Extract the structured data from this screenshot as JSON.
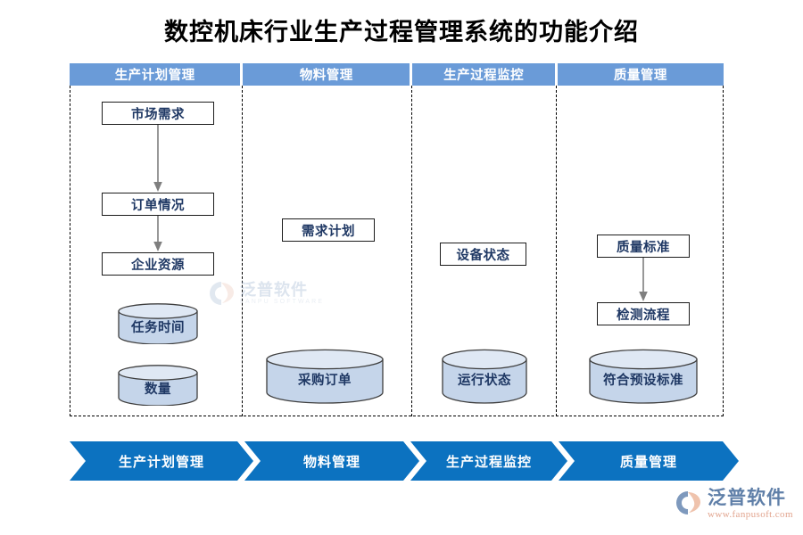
{
  "page": {
    "title": "数控机床行业生产过程管理系统的功能介绍"
  },
  "header": {
    "cells": [
      {
        "label": "生产计划管理"
      },
      {
        "label": "物料管理"
      },
      {
        "label": "生产过程监控"
      },
      {
        "label": "质量管理"
      }
    ]
  },
  "columns": [
    {
      "name": "生产计划管理",
      "boxes": [
        {
          "label": "市场需求"
        },
        {
          "label": "订单情况"
        },
        {
          "label": "企业资源"
        }
      ],
      "cylinders": [
        {
          "label": "任务时间"
        },
        {
          "label": "数量"
        }
      ]
    },
    {
      "name": "物料管理",
      "boxes": [
        {
          "label": "需求计划"
        }
      ],
      "cylinders": [
        {
          "label": "采购订单"
        }
      ]
    },
    {
      "name": "生产过程监控",
      "boxes": [
        {
          "label": "设备状态"
        }
      ],
      "cylinders": [
        {
          "label": "运行状态"
        }
      ]
    },
    {
      "name": "质量管理",
      "boxes": [
        {
          "label": "质量标准"
        },
        {
          "label": "检测流程"
        }
      ],
      "cylinders": [
        {
          "label": "符合预设标准"
        }
      ]
    }
  ],
  "chevrons": [
    {
      "label": "生产计划管理"
    },
    {
      "label": "物料管理"
    },
    {
      "label": "生产过程监控"
    },
    {
      "label": "质量管理"
    }
  ],
  "watermark": {
    "cn": "泛普软件",
    "en": "FANPU SOFTWARE"
  },
  "logo": {
    "cn": "泛普软件",
    "url": "www.fanpusoft.com"
  },
  "colors": {
    "header_blue": "#6a9bd8",
    "chevron_blue": "#0c72c0",
    "box_text_navy": "#1f3864",
    "cylinder_fill": "#c5d5ea",
    "cylinder_stroke": "#3f3f3f",
    "arrow_gray": "#7f7f7f",
    "panel_border": "#000000",
    "logo_cn": "#5f7fa8",
    "logo_url": "#e2a58f"
  }
}
